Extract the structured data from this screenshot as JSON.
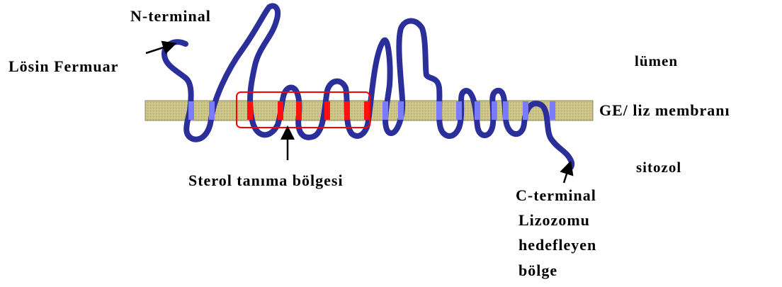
{
  "labels": {
    "n_terminal": "N-terminal",
    "losin_fermuar": "Lösin Fermuar",
    "lumen": "lümen",
    "membrane": "GE/ liz membranı",
    "sitozol": "sitozol",
    "sterol_region": "Sterol tanıma bölgesi",
    "c_terminal": "C-terminal",
    "lizozom_line1": "Lizozomu",
    "lizozom_line2": "hedefleyen",
    "lizozom_line3": "bölge"
  },
  "colors": {
    "chain": "#2b2f9a",
    "membrane": "#c8c080",
    "membrane_stroke": "#8a8455",
    "tm_segment": "#7b7bff",
    "sterol_segment": "#ff1010",
    "sterol_box": "#ff0000",
    "arrow": "#000000"
  }
}
